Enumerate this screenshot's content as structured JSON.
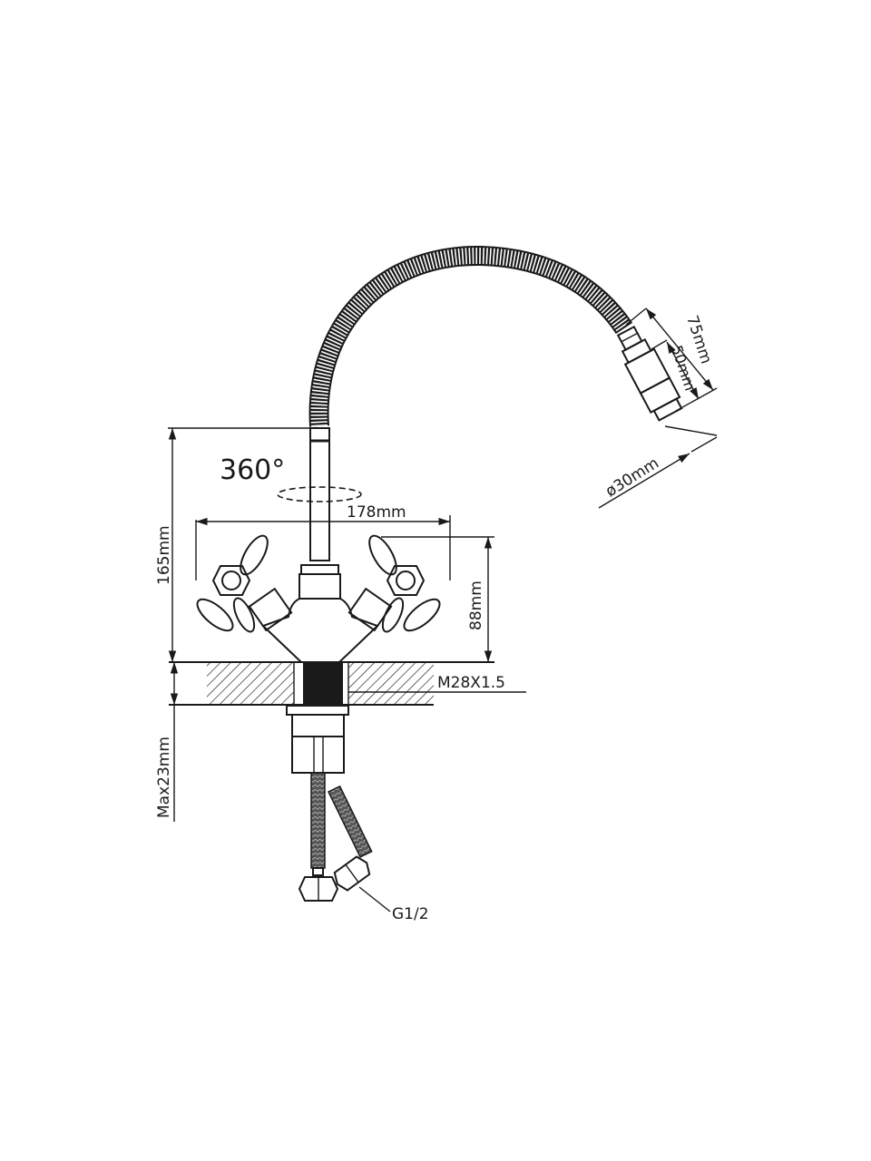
{
  "drawing": {
    "title": "Faucet technical drawing",
    "line_color": "#1a1a1a",
    "background": "#ffffff",
    "labels": {
      "rotation": "360°",
      "width": "178mm",
      "height_total": "165mm",
      "height_body": "88mm",
      "thread": "M28X1.5",
      "max_counter": "Max23mm",
      "inlet": "G1/2",
      "head_length": "75mm",
      "head_inner": "50mm",
      "head_diameter": "ø30mm"
    }
  }
}
